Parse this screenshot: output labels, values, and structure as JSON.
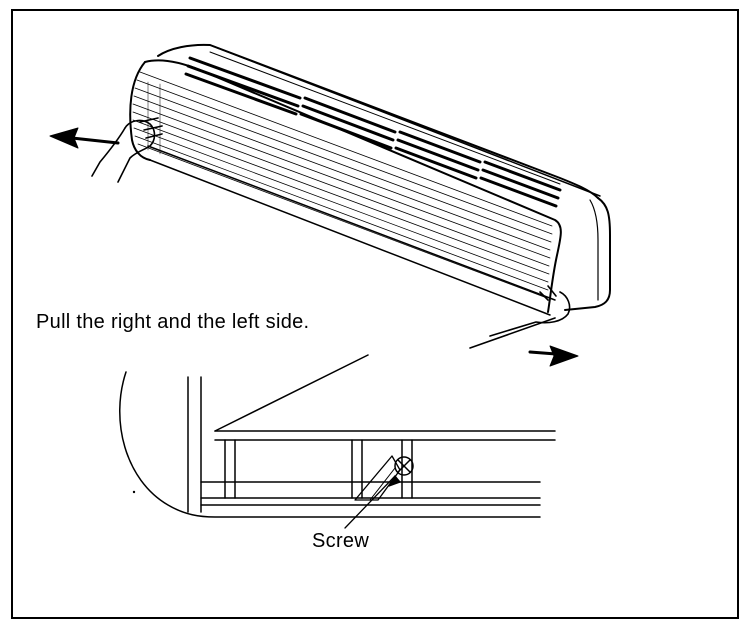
{
  "captions": {
    "pull_instruction": "Pull the right and the left side.",
    "screw": "Screw"
  },
  "icons": {
    "left_arrow": "pull-direction-arrow",
    "right_arrow": "pull-direction-arrow",
    "screw_head": "screw-icon"
  },
  "colors": {
    "line": "#000000",
    "background": "#ffffff"
  }
}
